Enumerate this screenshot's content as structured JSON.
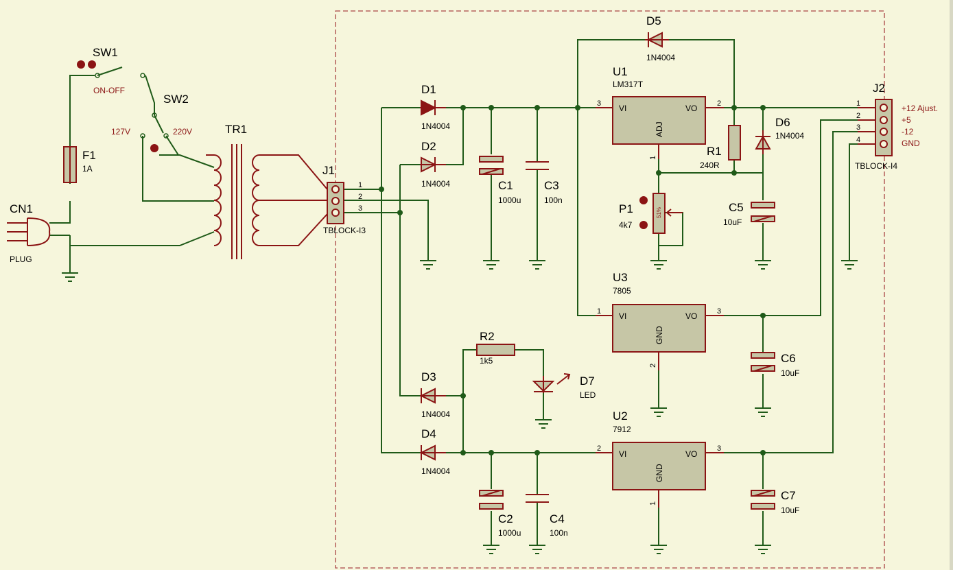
{
  "components": {
    "cn1": {
      "ref": "CN1",
      "value": "PLUG"
    },
    "sw1": {
      "ref": "SW1",
      "value": "ON-OFF"
    },
    "sw2": {
      "ref": "SW2",
      "left": "127V",
      "right": "220V"
    },
    "f1": {
      "ref": "F1",
      "value": "1A"
    },
    "tr1": {
      "ref": "TR1"
    },
    "j1": {
      "ref": "J1",
      "value": "TBLOCK-I3",
      "pins": [
        "1",
        "2",
        "3"
      ]
    },
    "d1": {
      "ref": "D1",
      "value": "1N4004"
    },
    "d2": {
      "ref": "D2",
      "value": "1N4004"
    },
    "d3": {
      "ref": "D3",
      "value": "1N4004"
    },
    "d4": {
      "ref": "D4",
      "value": "1N4004"
    },
    "d5": {
      "ref": "D5",
      "value": "1N4004"
    },
    "d6": {
      "ref": "D6",
      "value": "1N4004"
    },
    "d7": {
      "ref": "D7",
      "value": "LED"
    },
    "c1": {
      "ref": "C1",
      "value": "1000u"
    },
    "c2": {
      "ref": "C2",
      "value": "1000u"
    },
    "c3": {
      "ref": "C3",
      "value": "100n"
    },
    "c4": {
      "ref": "C4",
      "value": "100n"
    },
    "c5": {
      "ref": "C5",
      "value": "10uF"
    },
    "c6": {
      "ref": "C6",
      "value": "10uF"
    },
    "c7": {
      "ref": "C7",
      "value": "10uF"
    },
    "r1": {
      "ref": "R1",
      "value": "240R"
    },
    "r2": {
      "ref": "R2",
      "value": "1k5"
    },
    "p1": {
      "ref": "P1",
      "value": "4k7",
      "wiper": "51%"
    },
    "u1": {
      "ref": "U1",
      "value": "LM317T",
      "vi": "VI",
      "vo": "VO",
      "adj": "ADJ",
      "pin_in": "3",
      "pin_out": "2",
      "pin_adj": "1"
    },
    "u2": {
      "ref": "U2",
      "value": "7912",
      "vi": "VI",
      "vo": "VO",
      "gnd": "GND",
      "pin_in": "2",
      "pin_out": "3",
      "pin_gnd": "1"
    },
    "u3": {
      "ref": "U3",
      "value": "7805",
      "vi": "VI",
      "vo": "VO",
      "gnd": "GND",
      "pin_in": "1",
      "pin_out": "3",
      "pin_gnd": "2"
    },
    "j2": {
      "ref": "J2",
      "value": "TBLOCK-I4",
      "pins": [
        "1",
        "2",
        "3",
        "4"
      ],
      "outputs": [
        "+12 Ajust.",
        "+5",
        "-12",
        "GND"
      ]
    }
  },
  "colors": {
    "wire": "#1f5a18",
    "component": "#8b1414",
    "body": "#c6c6a6",
    "background": "#f6f6dc"
  }
}
